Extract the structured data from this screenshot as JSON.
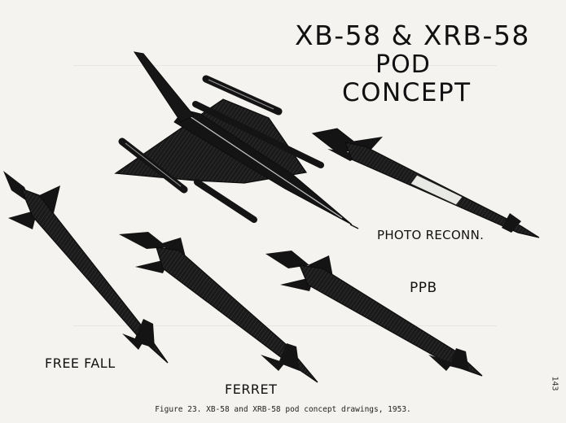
{
  "title": {
    "line1": "XB-58 & XRB-58",
    "line2": "POD",
    "line3": "CONCEPT"
  },
  "labels": {
    "photo_reconn": "PHOTO RECONN.",
    "ppb": "PPB",
    "free_fall": "FREE FALL",
    "ferret": "FERRET"
  },
  "caption": "Figure 23.  XB-58 and XRB-58 pod concept drawings, 1953.",
  "page_number": "143"
}
